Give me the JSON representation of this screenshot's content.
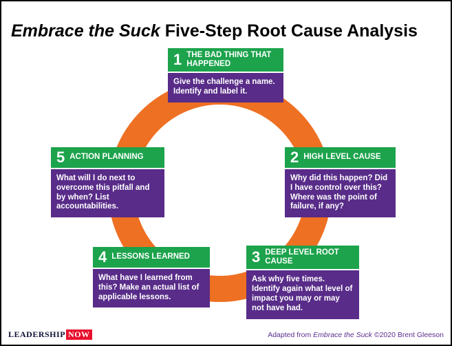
{
  "title": {
    "italic": "Embrace the Suck",
    "rest": " Five-Step Root Cause Analysis"
  },
  "steps": [
    {
      "number": "1",
      "title": "THE BAD THING THAT HAPPENED",
      "body": "Give the challenge a name. Identify and label it."
    },
    {
      "number": "2",
      "title": "HIGH LEVEL CAUSE",
      "body": "Why did this happen? Did I have control over this? Where was the point of failure, if any?"
    },
    {
      "number": "3",
      "title": "DEEP LEVEL ROOT CAUSE",
      "body": "Ask why five times. Identify again what level of impact you may or may not have had."
    },
    {
      "number": "4",
      "title": "LESSONS LEARNED",
      "body": "What have I learned from this? Make an actual list of applicable lessons."
    },
    {
      "number": "5",
      "title": "ACTION PLANNING",
      "body": "What will I do next to overcome this pitfall and by when? List accountabilities."
    }
  ],
  "footer": {
    "logo": {
      "part1": "LEADERSHIP",
      "part2": "NOW"
    },
    "credit": {
      "prefix": "Adapted from ",
      "italic": "Embrace the Suck",
      "suffix": " ©2020 Brent Gleeson"
    }
  },
  "colors": {
    "green": "#1CA34C",
    "purple": "#582C88",
    "orange": "#EE7023",
    "red": "#E8112D"
  }
}
